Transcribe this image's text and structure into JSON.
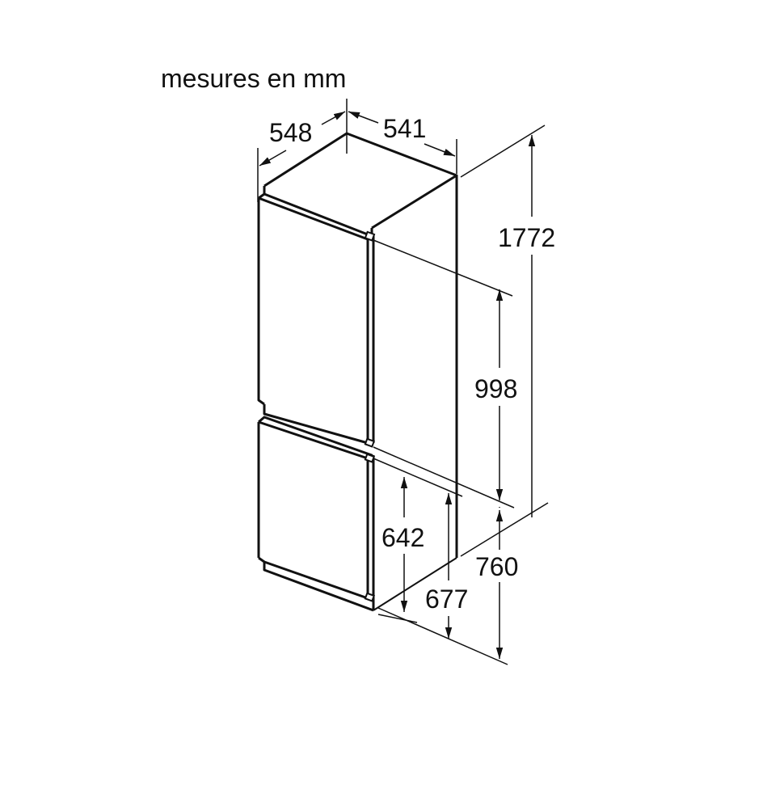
{
  "title": "mesures en mm",
  "dimensions": {
    "depth": "548",
    "width": "541",
    "height_total": "1772",
    "height_upper_door": "998",
    "height_lower_door": "642",
    "height_lower_niche": "677",
    "height_lower_section": "760"
  },
  "colors": {
    "line": "#111111",
    "background": "#ffffff"
  }
}
